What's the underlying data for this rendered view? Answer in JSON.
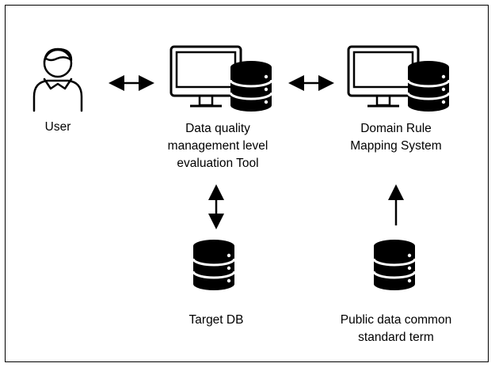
{
  "nodes": {
    "user": {
      "label": "User",
      "icon": "user-icon"
    },
    "tool": {
      "label_lines": [
        "Data quality",
        "management level",
        "evaluation Tool"
      ],
      "icon": "computer-database-icon"
    },
    "mapping": {
      "label_lines": [
        "Domain Rule",
        "Mapping System"
      ],
      "icon": "computer-database-icon"
    },
    "target_db": {
      "label": "Target DB",
      "icon": "database-icon"
    },
    "public_data": {
      "label_lines": [
        "Public data common",
        "standard term"
      ],
      "icon": "database-icon"
    }
  },
  "edges": [
    {
      "from": "user",
      "to": "tool",
      "direction": "bidirectional"
    },
    {
      "from": "tool",
      "to": "mapping",
      "direction": "bidirectional"
    },
    {
      "from": "tool",
      "to": "target_db",
      "direction": "bidirectional"
    },
    {
      "from": "public_data",
      "to": "mapping",
      "direction": "one-way"
    }
  ],
  "colors": {
    "stroke": "#000000",
    "fill": "#000000",
    "background": "#ffffff"
  }
}
